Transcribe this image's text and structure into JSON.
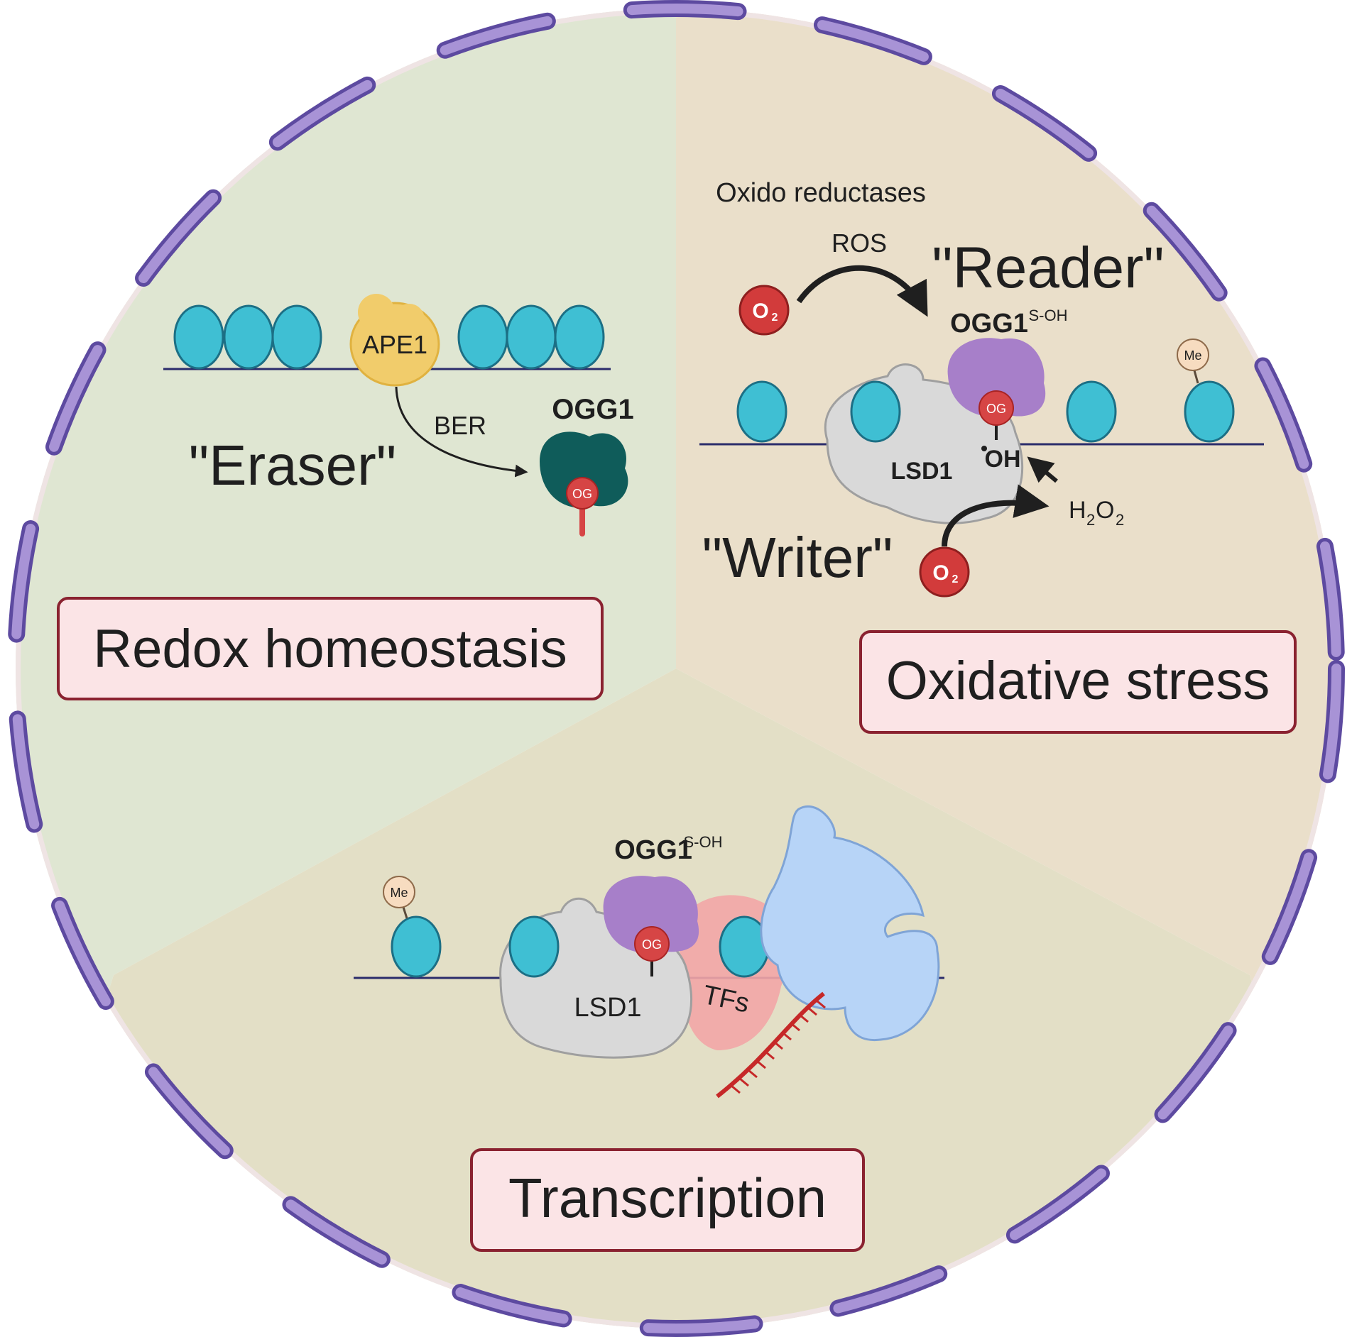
{
  "sections": {
    "redox": {
      "title": "Redox homeostasis",
      "role": "\"Eraser\"",
      "ape1": "APE1",
      "ber": "BER",
      "ogg1": "OGG1",
      "og": "OG",
      "color": "#dfe6d2"
    },
    "oxidative": {
      "title": "Oxidative stress",
      "oxido": "Oxido reductases",
      "ros": "ROS",
      "reader": "\"Reader\"",
      "ogg1": "OGG1",
      "ogg1_sup": "S-OH",
      "og": "OG",
      "oh": "OH",
      "lsd1": "LSD1",
      "writer": "\"Writer\"",
      "h2o2_h": "H",
      "h2o2_2": "2",
      "h2o2_o": "O",
      "h2o2_2b": "2",
      "o2": "O",
      "o2_sub": "2",
      "me": "Me",
      "color": "#eadfca"
    },
    "transcription": {
      "title": "Transcription",
      "ogg1": "OGG1",
      "ogg1_sup": "S-OH",
      "og": "OG",
      "lsd1": "LSD1",
      "tfs": "TFs",
      "me": "Me",
      "color": "#e3dfc6"
    }
  },
  "colors": {
    "membrane": "#a893d6",
    "nucleosome": "#3fbfd3",
    "ogg1_green": "#0f5c5a",
    "ogg1_purple": "#a77fc9",
    "lsd1": "#d9d9d9",
    "tfs": "#f2a6a6",
    "polymerase": "#b7d4f7",
    "ape1": "#f1cc6b",
    "o2_red": "#d23b3b",
    "label_box_fill": "#fbe4e6",
    "label_box_border": "#8a2230"
  }
}
